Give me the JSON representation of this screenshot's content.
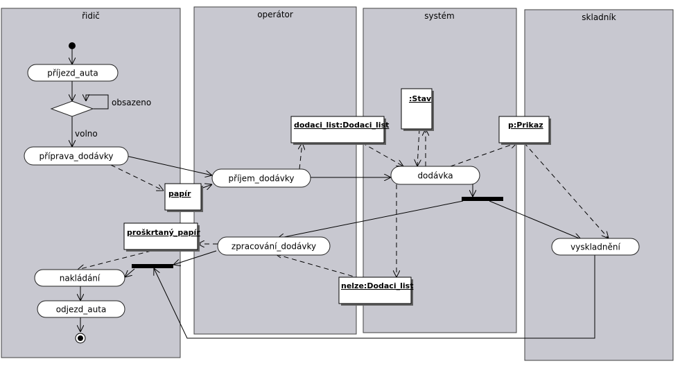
{
  "swimlanes": {
    "ridic": "řidič",
    "operator": "operátor",
    "system": "systém",
    "skladnik": "skladník"
  },
  "activities": {
    "prijezd_auta": "příjezd_auta",
    "priprava_dodavky": "příprava_dodávky",
    "prijem_dodavky": "příjem_dodávky",
    "dodavka": "dodávka",
    "zpracovani_dodavky": "zpracování_dodávky",
    "vyskladneni": "vyskladnění",
    "nakladani": "nakládání",
    "odjezd_auta": "odjezd_auta"
  },
  "objects": {
    "papir": "papír",
    "proskrtany_papir": "proškrtaný_papír",
    "dodaci_list": "dodaci_list:Dodaci_list",
    "stav": ":Stav",
    "prikaz": "p:Prikaz",
    "nelze": "nelze:Dodaci_list"
  },
  "guards": {
    "obsazeno": "obsazeno",
    "volno": "volno"
  }
}
